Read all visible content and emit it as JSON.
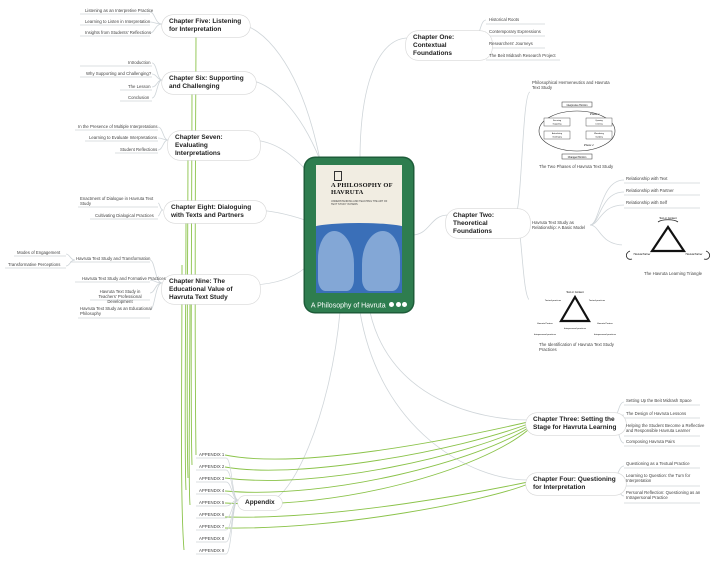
{
  "center": {
    "title": "A Philosophy of Havruta",
    "book": {
      "title": "A PHILOSOPHY OF HAVRUTA",
      "subtitle": "UNDERSTANDING AND TEACHING THE ART OF TEXT STUDY IN PAIRS",
      "authors": ""
    }
  },
  "branches": {
    "ch1": {
      "label": "Chapter One: Contextual Foundations",
      "items": [
        "Historical Roots",
        "Contemporary Expressions",
        "Researchers' Journeys",
        "The Beit Midrash Research Project"
      ]
    },
    "ch2": {
      "label": "Chapter Two: Theoretical Foundations",
      "intro": "Philosophical Hermeneutics and Havruta Text Study",
      "fig1_caption": "The Two Phases of Havruta Text Study",
      "model": "Havruta Text Study as Relationship: A Basic Model",
      "relationships": [
        "Relationship with Text",
        "Relationship with Partner",
        "Relationship with Self"
      ],
      "fig2_caption": "The Havruta Learning Triangle",
      "fig3_caption": "The Identification of Havruta Text Study Practices",
      "fig1_labels": [
        "Interpretive Horizon",
        "Phase 1",
        "Phase 2",
        "Focusing",
        "Opening",
        "Articulating",
        "Supporting",
        "Listening",
        "Wondering",
        "Challenging",
        "Clarifying",
        "Changed Horizon"
      ],
      "fig2_labels": [
        "Text or Content",
        "Havruta Partner",
        "Havruta Partner"
      ],
      "fig3_labels": [
        "Text or Content",
        "Textual practices",
        "Textual practices",
        "Havruta Partner",
        "Havruta Partner",
        "Interpersonal practices",
        "Intrapersonal practices",
        "Intrapersonal practices"
      ]
    },
    "ch3": {
      "label": "Chapter Three: Setting the Stage for Havruta Learning",
      "items": [
        "Setting Up the Beit Midrash Space",
        "The Design of Havruta Lessons",
        "Helping the Student Become a Reflective and Responsible Havruta Learner",
        "Composing Havruta Pairs"
      ]
    },
    "ch4": {
      "label": "Chapter Four: Questioning for Interpretation",
      "items": [
        "Questioning as a Textual Practice",
        "Learning to Question: the Turn for Interpretation",
        "Personal Reflection: Questioning as an Intrapersonal Practice"
      ]
    },
    "ch5": {
      "label": "Chapter Five: Listening for Interpretation",
      "items": [
        "Listening as an Interpretive Practice",
        "Learning to Listen in Interpretation",
        "Insights from Students' Reflections"
      ]
    },
    "ch6": {
      "label": "Chapter Six: Supporting and Challenging",
      "items": [
        "Introduction",
        "Why Supporting and Challenging?",
        "The Lesson",
        "Conclusion"
      ]
    },
    "ch7": {
      "label": "Chapter Seven: Evaluating Interpretations",
      "items": [
        "In the Presence of Multiple Interpretations",
        "Learning to Evaluate Interpretations",
        "Student Reflections"
      ]
    },
    "ch8": {
      "label": "Chapter Eight: Dialoguing with Texts and Partners",
      "items": [
        "Enactment of Dialogue in Havruta Text Study",
        "Cultivating Dialogical Practices"
      ]
    },
    "ch9": {
      "label": "Chapter Nine: The Educational Value of Havruta Text Study",
      "transformation": "Havruta Text Study and Transformation",
      "transformation_children": [
        "Modes of Engagement",
        "Transformative Perceptions"
      ],
      "items": [
        "Havruta Text Study and Formative Practices",
        "Havruta Text Study in Teachers' Professional Development",
        "Havruta Text Study as an Educational Philosophy"
      ]
    },
    "appendix": {
      "label": "Appendix",
      "items": [
        "APPENDIX 1",
        "APPENDIX 2",
        "APPENDIX 3",
        "APPENDIX 4",
        "APPENDIX 5",
        "APPENDIX 6",
        "APPENDIX 7",
        "APPENDIX 8",
        "APPENDIX 9"
      ]
    }
  },
  "colors": {
    "center_bg": "#2e7d4f",
    "line": "#c9cfd3",
    "appendix_line": "#8bc34a"
  }
}
